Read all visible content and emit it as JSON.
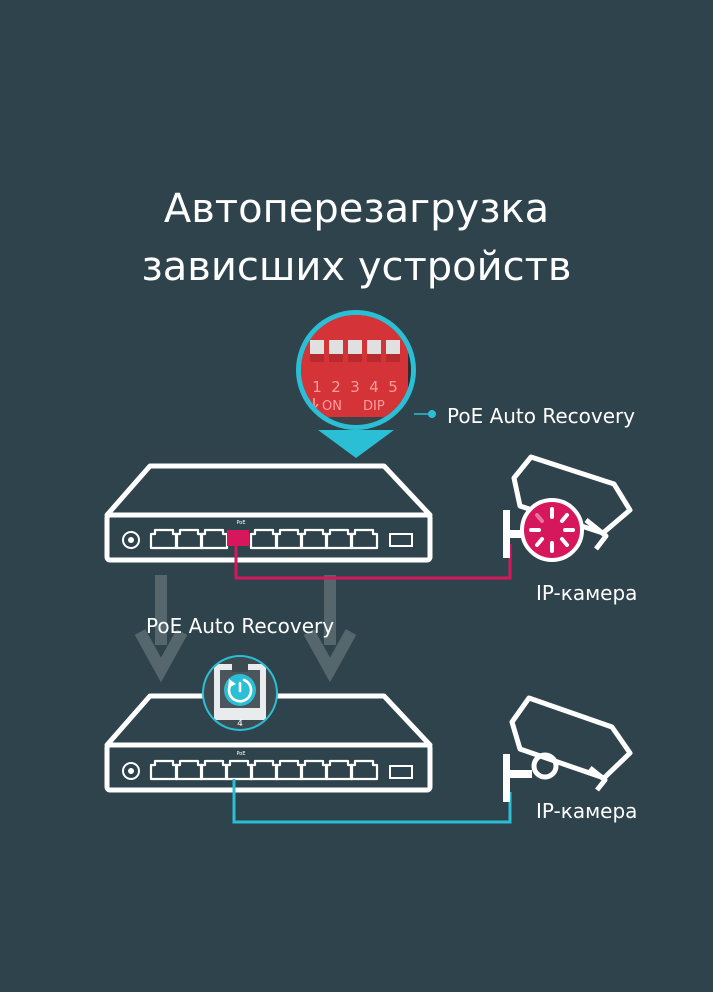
{
  "title": {
    "line1": "Автоперезагрузка",
    "line2": "зависших устройств"
  },
  "callout_label": "PoE Auto Recovery",
  "flow_label": "PoE Auto Recovery",
  "dip_switch": {
    "numbers": [
      "1",
      "2",
      "3",
      "4",
      "5"
    ],
    "on_label": "ON",
    "dip_label": "DIP"
  },
  "port_zoom_number": "4",
  "camera_top_label": "IP-камера",
  "camera_bottom_label": "IP-камера",
  "switch_port_header": "PoE",
  "icons": [
    "dip-switch-icon",
    "loading-spinner-icon",
    "power-recovery-icon",
    "ip-camera-icon",
    "switch-icon",
    "down-arrow-icon"
  ],
  "colors": {
    "background": "#2e434b",
    "line": "#ffffff",
    "fault": "#d6175b",
    "recovered": "#2bbfd6",
    "arrow": "#56666d"
  }
}
